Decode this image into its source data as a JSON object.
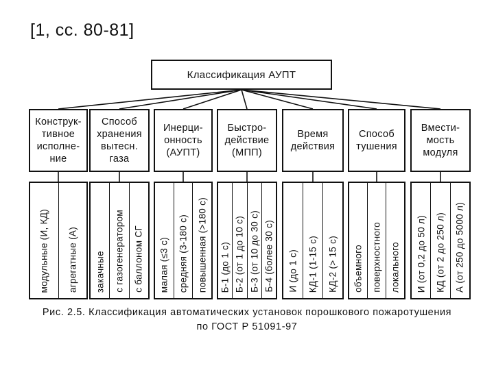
{
  "reference": "[1, сс. 80-81]",
  "root": "Классификация АУПТ",
  "categories": [
    {
      "label": "Конструк-\nтивное\nисполне-\nние",
      "items": [
        "модульные (И, КД)",
        "агрегатные (А)"
      ]
    },
    {
      "label": "Способ\nхранения\nвытесн.\nгаза",
      "items": [
        "закачные",
        "с газогенератором",
        "с баллоном СГ"
      ]
    },
    {
      "label": "Инерци-\nонность\n(АУПТ)",
      "items": [
        "малая (≤3 с)",
        "средняя (3-180 с)",
        "повышенная (>180 с)"
      ]
    },
    {
      "label": "Быстро-\nдействие\n(МПП)",
      "items": [
        "Б-1 (до 1 с)",
        "Б-2 (от 1 до 10 с)",
        "Б-3 (от 10 до 30 с)",
        "Б-4 (более 30 с)"
      ]
    },
    {
      "label": "Время\nдействия",
      "items": [
        "И (до 1 с)",
        "КД-1 (1-15 с)",
        "КД-2 (> 15 с)"
      ]
    },
    {
      "label": "Способ\nтушения",
      "items": [
        "объемного",
        "поверхностного",
        "локального"
      ]
    },
    {
      "label": "Вмести-\nмость\nмодуля",
      "items": [
        "И (от 0,2 до 50 л)",
        "КД (от 2 до 250 л)",
        "А (от 250 до 5000 л)"
      ]
    }
  ],
  "caption": {
    "line1": "Рис. 2.5. Классификация автоматических установок порошкового пожаротушения",
    "line2": "по ГОСТ Р 51091-97"
  }
}
